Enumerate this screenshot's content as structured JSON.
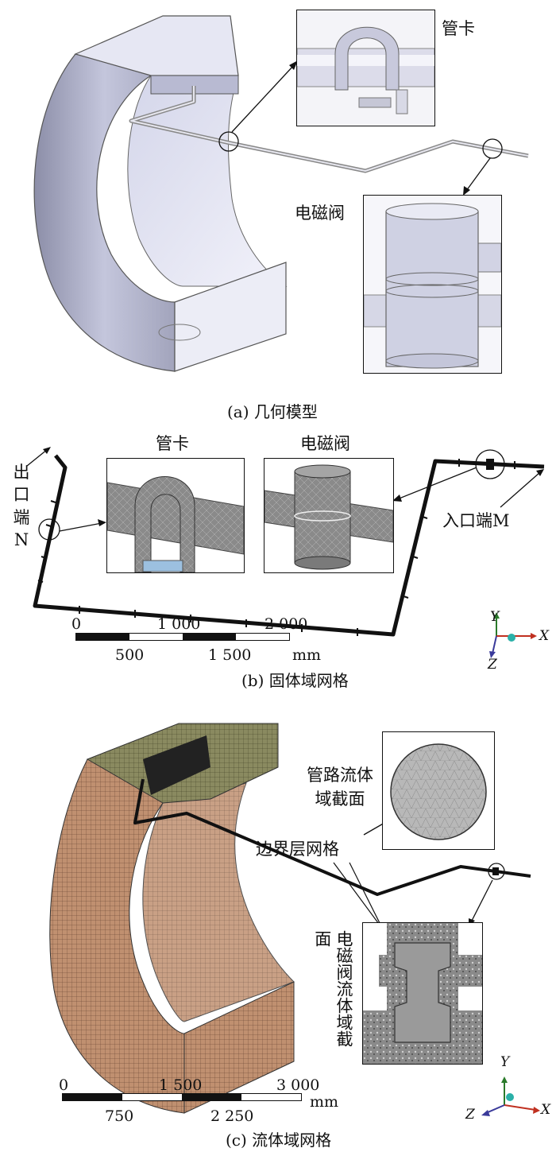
{
  "panel_a": {
    "caption": "(a) 几何模型",
    "label_clamp": "管卡",
    "label_valve": "电磁阀"
  },
  "panel_b": {
    "caption": "(b) 固体域网格",
    "label_clamp": "管卡",
    "label_valve": "电磁阀",
    "outlet": "出口端N",
    "inlet": "入口端M",
    "scale_top": [
      "0",
      "1 000",
      "2 000"
    ],
    "scale_bottom": [
      "500",
      "1 500"
    ],
    "scale_unit": "mm",
    "axes": {
      "y": "Y",
      "x": "X",
      "z": "Z"
    }
  },
  "panel_c": {
    "caption": "(c) 流体域网格",
    "label_pipe_section": "管路流体域截面",
    "label_boundary": "边界层网格",
    "label_valve_section": "电磁阀流体域截面",
    "scale_top": [
      "0",
      "1 500",
      "3 000"
    ],
    "scale_bottom": [
      "750",
      "2 250"
    ],
    "scale_unit": "mm",
    "axes": {
      "y": "Y",
      "x": "X",
      "z": "Z"
    }
  }
}
